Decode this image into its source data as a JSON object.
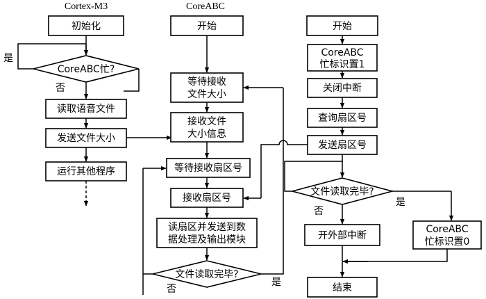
{
  "headers": {
    "left": "Cortex-M3",
    "middle": "CoreABC"
  },
  "left_flow": {
    "init": "初始化",
    "busy_check": "CoreABC忙?",
    "yes": "是",
    "no": "否",
    "read_voice": "读取语音文件",
    "send_size": "发送文件大小",
    "run_other": "运行其他程序"
  },
  "middle_flow": {
    "start": "开始",
    "wait_size_l1": "等待接收",
    "wait_size_l2": "文件大小",
    "recv_size_l1": "接收文件",
    "recv_size_l2": "大小信息",
    "wait_sector": "等待接收扇区号",
    "recv_sector": "接收扇区号",
    "read_sector_l1": "读扇区并发送到数",
    "read_sector_l2": "据处理及输出模块",
    "done_check": "文件读取完毕?",
    "no": "否",
    "yes": "是"
  },
  "right_flow": {
    "start": "开始",
    "busy_set1_l1": "CoreABC",
    "busy_set1_l2": "忙标识置1",
    "close_int": "关闭中断",
    "query_sector": "查询扇区号",
    "send_sector": "发送扇区号",
    "done_check": "文件读取完毕?",
    "no": "否",
    "yes": "是",
    "open_ext_int": "开外部中断",
    "busy_set0_l1": "CoreABC",
    "busy_set0_l2": "忙标识置0",
    "end": "结束"
  }
}
